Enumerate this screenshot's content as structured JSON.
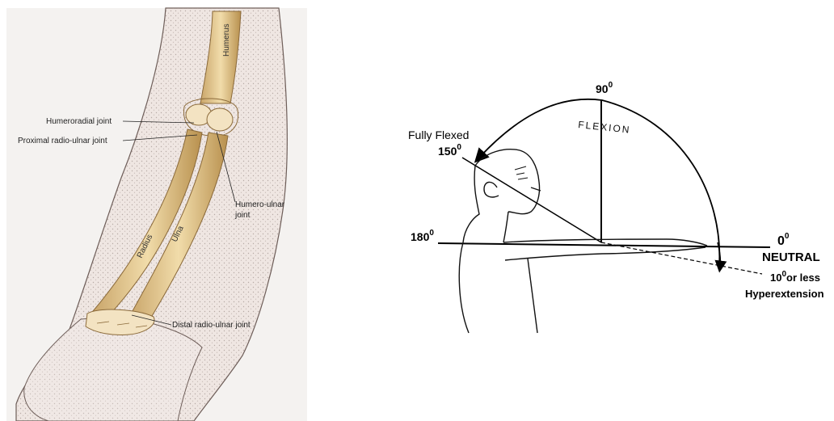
{
  "anatomy": {
    "bones": {
      "humerus": "Humerus",
      "radius": "Radius",
      "ulna": "Ulna"
    },
    "joints": {
      "humeroradial": "Humeroradial joint",
      "proximal_radioulnar": "Proximal radio-ulnar joint",
      "humeroulnar_line1": "Humero-ulnar",
      "humeroulnar_line2": "joint",
      "distal_radioulnar": "Distal radio-ulnar joint"
    }
  },
  "rom": {
    "flexion_label": "FLEXION",
    "fully_flexed": "Fully Flexed",
    "angle_150": "150",
    "angle_90": "90",
    "angle_180": "180",
    "angle_0": "0",
    "angle_10": "10",
    "degree_mark": "0",
    "neutral": "NEUTRAL",
    "or_less": "or less",
    "hyperextension": "Hyperextension"
  },
  "colors": {
    "bone": "#e8cf9a",
    "bone_shade": "#b8904e",
    "skin_stipple": "#8a7a74",
    "background_left": "#f4f2f0"
  }
}
